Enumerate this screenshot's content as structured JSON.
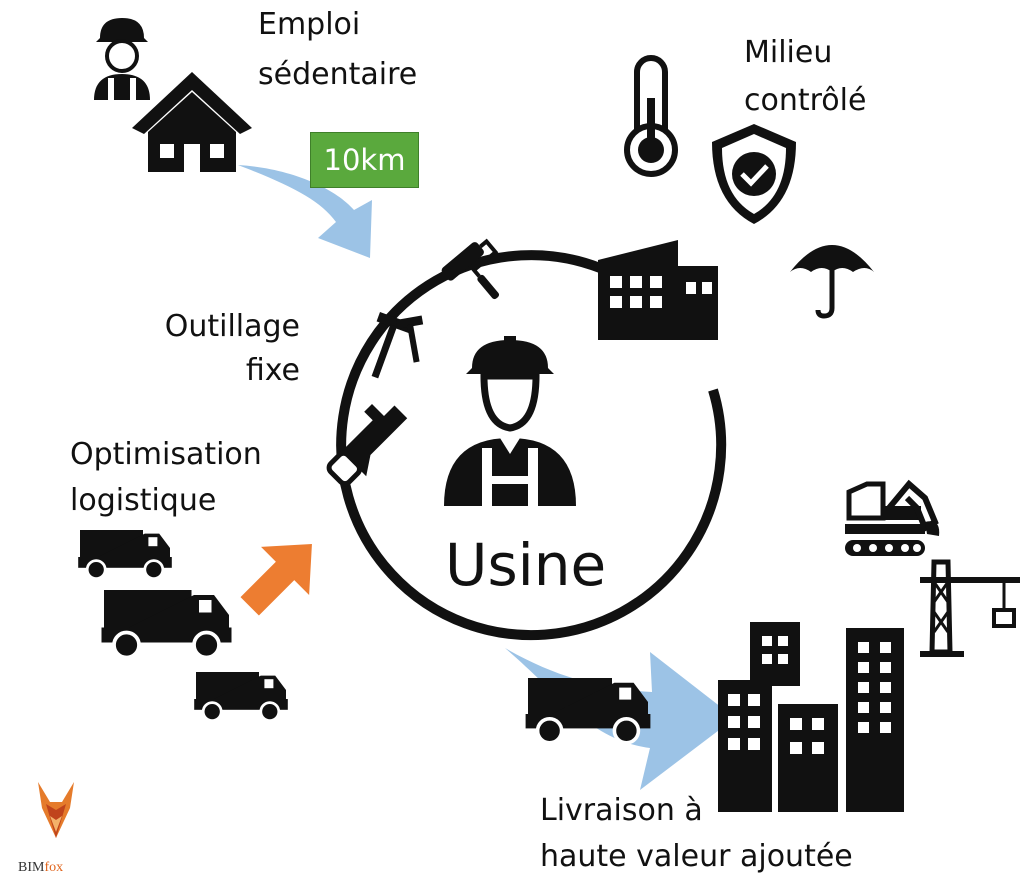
{
  "labels": {
    "emploi_line1": "Emploi",
    "emploi_line2": "sédentaire",
    "distance_badge": "10km",
    "milieu_line1": "Milieu",
    "milieu_line2": "contrôlé",
    "outillage_line1": "Outillage",
    "outillage_line2": "fixe",
    "optimisation_line1": "Optimisation",
    "optimisation_line2": "logistique",
    "center": "Usine",
    "livraison_line1": "Livraison à",
    "livraison_line2": "haute valeur ajoutée"
  },
  "logo": {
    "part1": "BIM",
    "part2": "fox"
  },
  "colors": {
    "badge": "#5aa93d",
    "arrow_blue": "#9cc3e6",
    "arrow_orange": "#ed7d31",
    "icon": "#111111"
  },
  "icons": [
    "worker-icon",
    "house-icon",
    "thermometer-icon",
    "shield-check-icon",
    "umbrella-icon",
    "factory-icon",
    "paint-roller-icon",
    "hammer-icon",
    "saw-icon",
    "dump-truck-icon",
    "buildings-icon",
    "excavator-icon",
    "crane-icon",
    "fox-logo-icon"
  ]
}
